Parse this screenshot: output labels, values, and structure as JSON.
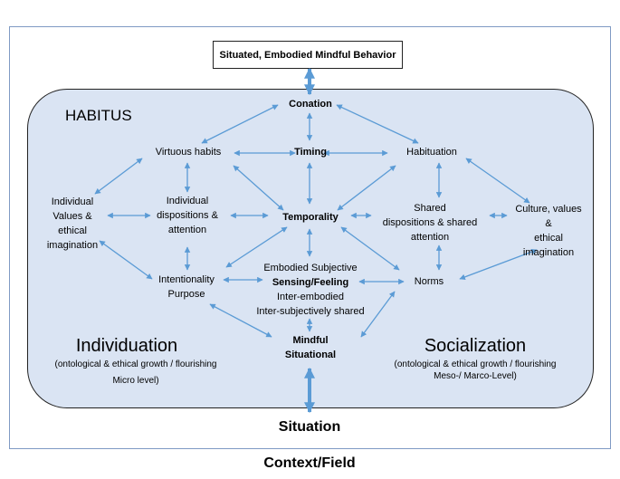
{
  "top_box": "Situated, Embodied Mindful Behavior",
  "habitus": "HABITUS",
  "nodes": {
    "conation": "Conation",
    "virtuous_habits": "Virtuous habits",
    "timing": "Timing",
    "habituation": "Habituation",
    "individual_values": [
      "Individual",
      "Values &",
      "ethical",
      "imagination"
    ],
    "individual_dispositions": [
      "Individual",
      "dispositions &",
      "attention"
    ],
    "temporality": "Temporality",
    "shared_dispositions": [
      "Shared",
      "dispositions & shared",
      "attention"
    ],
    "culture": [
      "Culture, values",
      "&",
      "ethical",
      "imagination"
    ],
    "intentionality": [
      "Intentionality",
      "Purpose"
    ],
    "embodied": [
      "Embodied Subjective",
      "Sensing/Feeling",
      "Inter-embodied",
      "Inter-subjectively shared"
    ],
    "norms": "Norms",
    "mindful": [
      "Mindful",
      "Situational"
    ]
  },
  "individuation": {
    "title": "Individuation",
    "sub1": "(ontological & ethical growth / flourishing",
    "sub2": "Micro level)"
  },
  "socialization": {
    "title": "Socialization",
    "sub1": "(ontological & ethical growth / flourishing",
    "sub2": "Meso-/ Marco-Level)"
  },
  "situation": "Situation",
  "context": "Context/Field",
  "colors": {
    "arrow": "#5b9bd5",
    "habitus_fill": "#dae4f3",
    "frame": "#7f9ac4"
  }
}
